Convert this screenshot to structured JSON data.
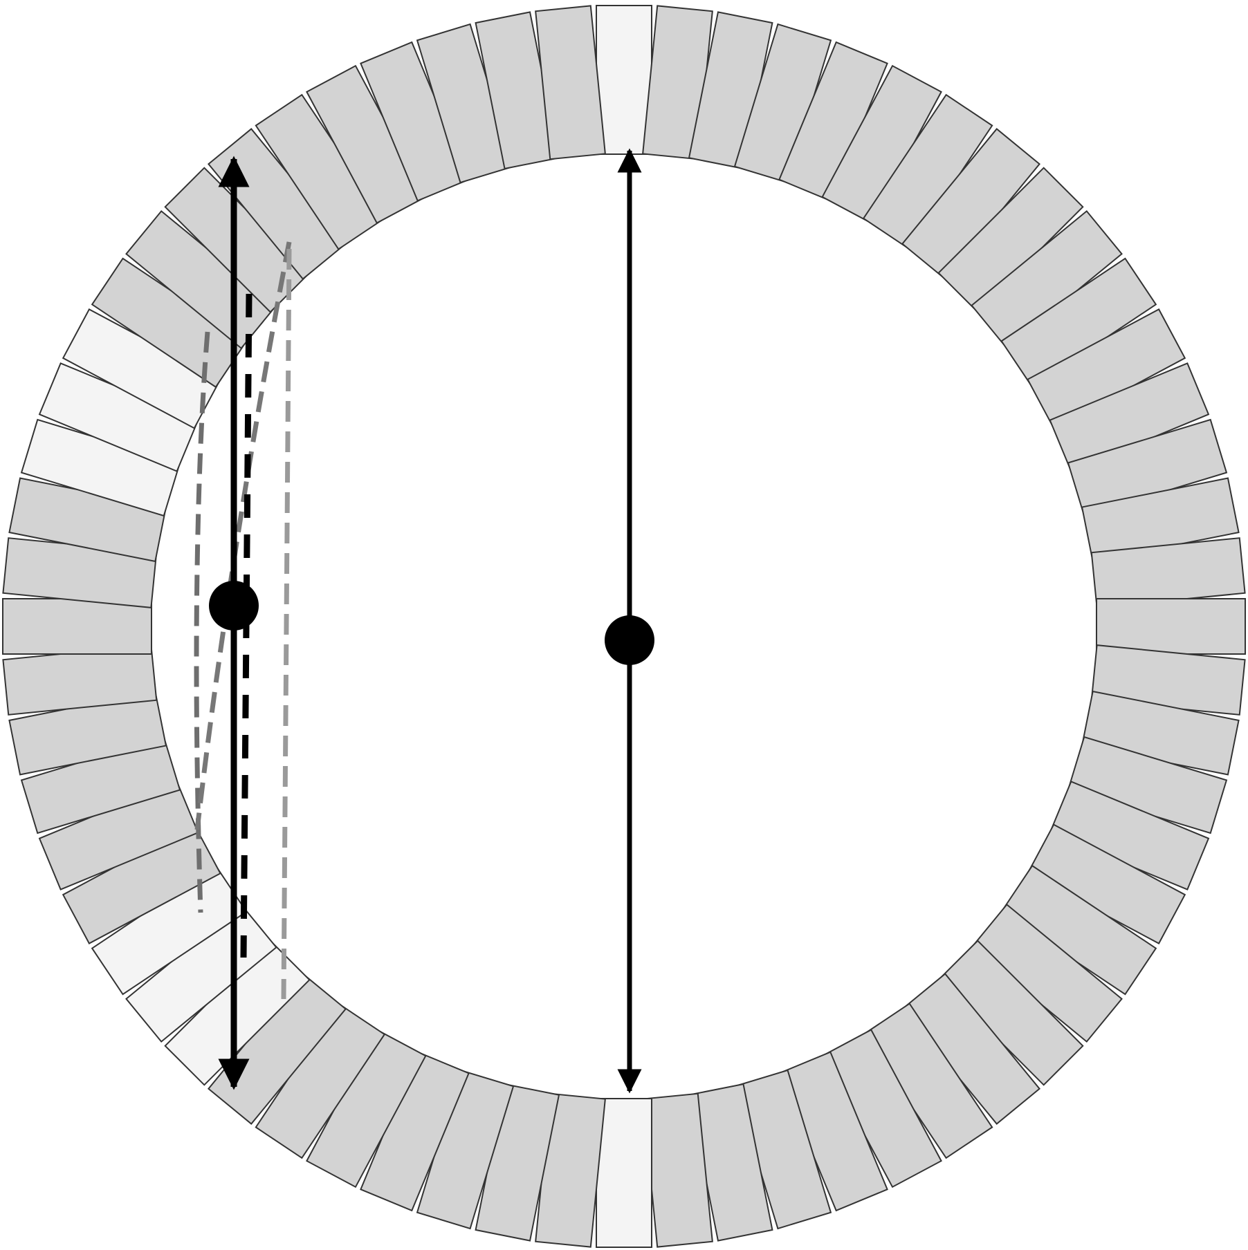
{
  "diagram": {
    "type": "ring-detector-schematic",
    "ring": {
      "block_count": 64,
      "highlighted_blocks": [
        0,
        32,
        40,
        41,
        42,
        51,
        52,
        53
      ]
    },
    "lines": [
      {
        "name": "center-line-of-response",
        "style": "solid",
        "ends": "arrows"
      },
      {
        "name": "offset-line-of-response",
        "style": "solid",
        "ends": "arrows"
      },
      {
        "name": "offset-response-dashed",
        "style": "dashed"
      }
    ],
    "points": [
      {
        "name": "center-point"
      },
      {
        "name": "offset-point"
      }
    ],
    "colors": {
      "block_fill": "#d3d3d3",
      "highlight_fill": "#f4f4f4",
      "block_stroke": "#333333",
      "line": "#000000",
      "dashed_gray": "#6e6e6e",
      "dashed_light": "#9a9a9a"
    }
  }
}
